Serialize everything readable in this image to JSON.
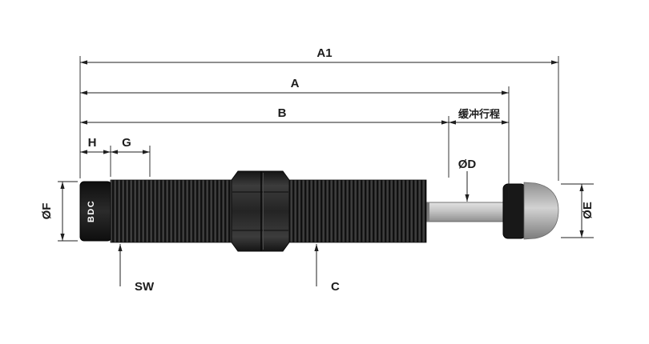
{
  "labels": {
    "a1": "A1",
    "a": "A",
    "b": "B",
    "stroke": "缓冲行程",
    "h": "H",
    "g": "G",
    "c": "C",
    "sw": "SW",
    "f": "ØF",
    "d": "ØD",
    "e": "ØE"
  },
  "brand": "BDC",
  "colors": {
    "line": "#1f1f1f",
    "body_black": "#1c1c1c",
    "thread_dark": "#101010",
    "thread_light": "#3d3d3d",
    "nut_dark": "#262626",
    "rod_gray": "#c4c4c4",
    "button_gray": "#c2c2c2",
    "background": "#ffffff"
  }
}
